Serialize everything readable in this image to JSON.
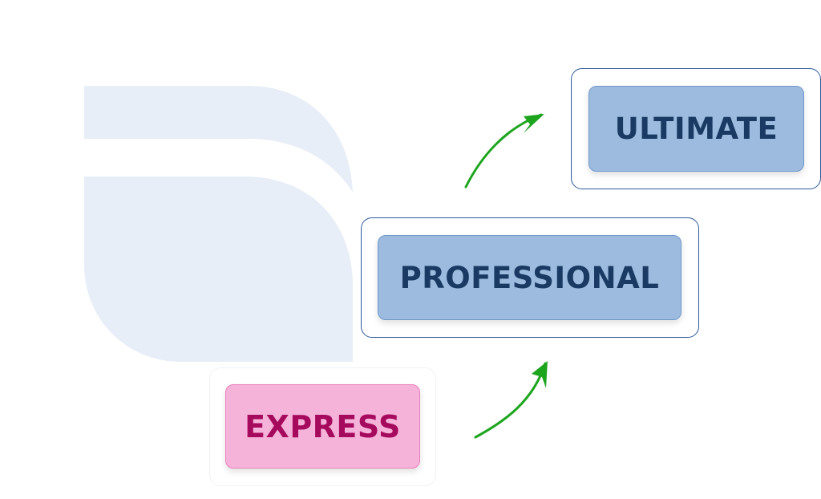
{
  "tiers": [
    {
      "label": "EXPRESS"
    },
    {
      "label": "PROFESSIONAL"
    },
    {
      "label": "ULTIMATE"
    }
  ],
  "colors": {
    "express_fill": "#f6b3da",
    "express_text": "#a50a5d",
    "tier_fill": "#9dbbde",
    "tier_text": "#1a3a63",
    "frame_border": "#2c5a9a",
    "arrow": "#1ea51e",
    "logo": "#e8eef7"
  },
  "icons": {
    "background_logo": "leaf-logo-icon",
    "arrow": "upgrade-arrow-icon"
  }
}
